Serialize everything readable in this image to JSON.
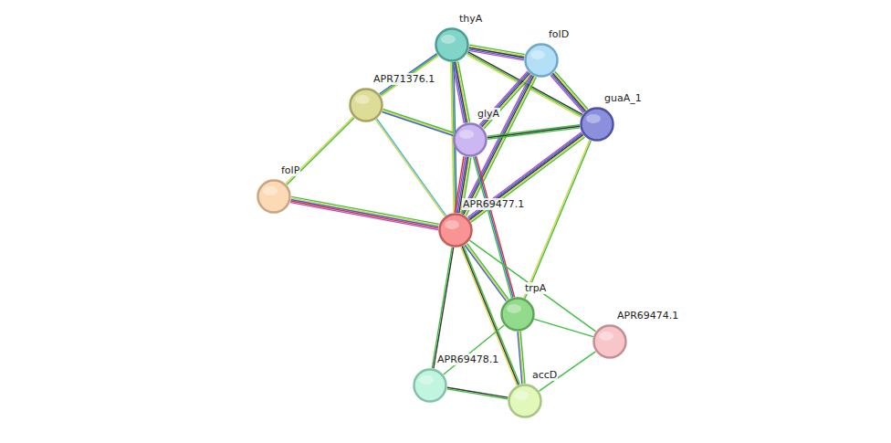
{
  "diagram": {
    "nodes": [
      {
        "text": [
          "thyA"
        ]
      },
      {
        "text": [
          "folD"
        ]
      },
      {
        "text": [
          "APR71376.1"
        ]
      },
      {
        "text": [
          "guaA_1"
        ]
      },
      {
        "text": [
          "glyA"
        ]
      },
      {
        "text": [
          "folP"
        ]
      },
      {
        "text": [
          "APR69477.1"
        ]
      },
      {
        "text": [
          "trpA"
        ]
      },
      {
        "text": [
          "APR69474.1"
        ]
      },
      {
        "text": [
          "APR69478.1"
        ]
      },
      {
        "text": [
          "accD"
        ]
      }
    ],
    "edges": [
      {
        "from": 0,
        "to": 1,
        "arrow": "none"
      },
      {
        "from": 0,
        "to": 2,
        "arrow": "none"
      },
      {
        "from": 0,
        "to": 4,
        "arrow": "none"
      },
      {
        "from": 0,
        "to": 3,
        "arrow": "none"
      },
      {
        "from": 0,
        "to": 6,
        "arrow": "none"
      },
      {
        "from": 1,
        "to": 4,
        "arrow": "none"
      },
      {
        "from": 1,
        "to": 3,
        "arrow": "none"
      },
      {
        "from": 1,
        "to": 6,
        "arrow": "none"
      },
      {
        "from": 2,
        "to": 4,
        "arrow": "none"
      },
      {
        "from": 2,
        "to": 5,
        "arrow": "none"
      },
      {
        "from": 2,
        "to": 6,
        "arrow": "none"
      },
      {
        "from": 4,
        "to": 3,
        "arrow": "none"
      },
      {
        "from": 4,
        "to": 6,
        "arrow": "none"
      },
      {
        "from": 4,
        "to": 7,
        "arrow": "none"
      },
      {
        "from": 3,
        "to": 6,
        "arrow": "none"
      },
      {
        "from": 3,
        "to": 7,
        "arrow": "none"
      },
      {
        "from": 5,
        "to": 6,
        "arrow": "none"
      },
      {
        "from": 6,
        "to": 7,
        "arrow": "none"
      },
      {
        "from": 6,
        "to": 10,
        "arrow": "none"
      },
      {
        "from": 6,
        "to": 9,
        "arrow": "none"
      },
      {
        "from": 6,
        "to": 8,
        "arrow": "none"
      },
      {
        "from": 7,
        "to": 8,
        "arrow": "none"
      },
      {
        "from": 7,
        "to": 10,
        "arrow": "none"
      },
      {
        "from": 7,
        "to": 9,
        "arrow": "none"
      },
      {
        "from": 9,
        "to": 10,
        "arrow": "none"
      },
      {
        "from": 8,
        "to": 10,
        "arrow": "none"
      }
    ]
  }
}
